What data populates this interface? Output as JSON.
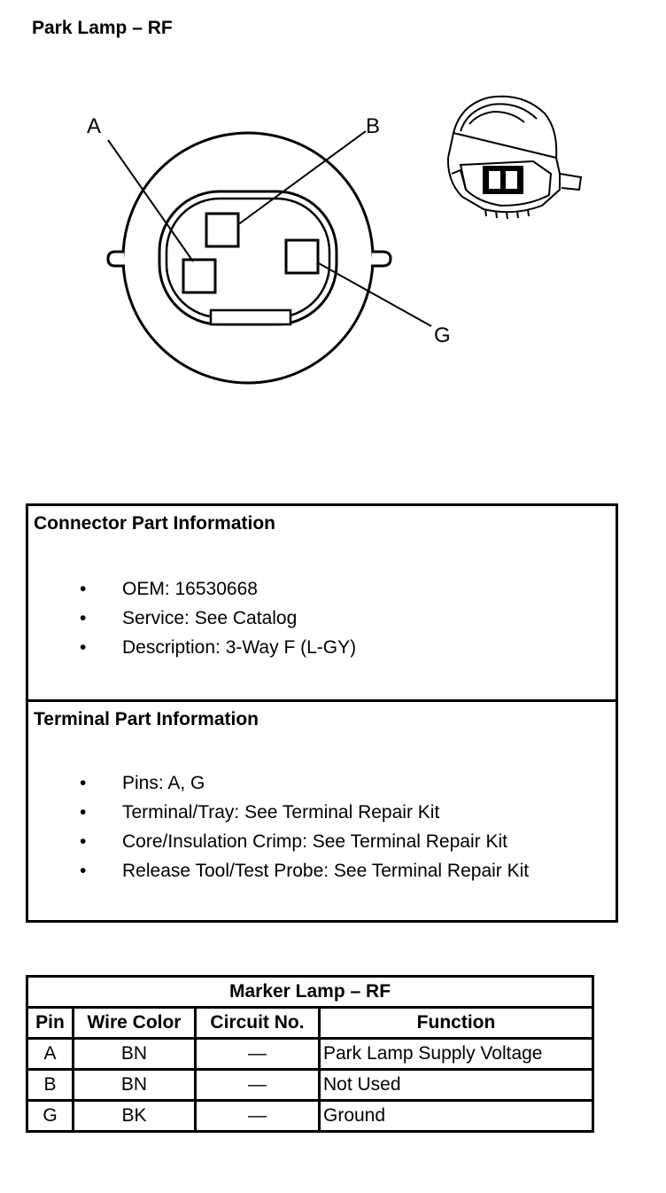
{
  "page_title": "Park Lamp – RF",
  "diagram": {
    "labels": {
      "a": "A",
      "b": "B",
      "g": "G"
    }
  },
  "connector_info": {
    "title": "Connector Part Information",
    "bullet": "•",
    "items": [
      "OEM: 16530668",
      "Service: See Catalog",
      "Description: 3-Way F (L-GY)"
    ]
  },
  "terminal_info": {
    "title": "Terminal Part Information",
    "items": [
      "Pins: A, G",
      "Terminal/Tray: See Terminal Repair Kit",
      "Core/Insulation Crimp: See Terminal Repair Kit",
      "Release Tool/Test Probe: See Terminal Repair Kit"
    ]
  },
  "pin_table": {
    "title": "Marker Lamp – RF",
    "headers": [
      "Pin",
      "Wire Color",
      "Circuit No.",
      "Function"
    ],
    "rows": [
      [
        "A",
        "BN",
        "—",
        "Park Lamp Supply Voltage"
      ],
      [
        "B",
        "BN",
        "—",
        "Not Used"
      ],
      [
        "G",
        "BK",
        "—",
        "Ground"
      ]
    ]
  }
}
